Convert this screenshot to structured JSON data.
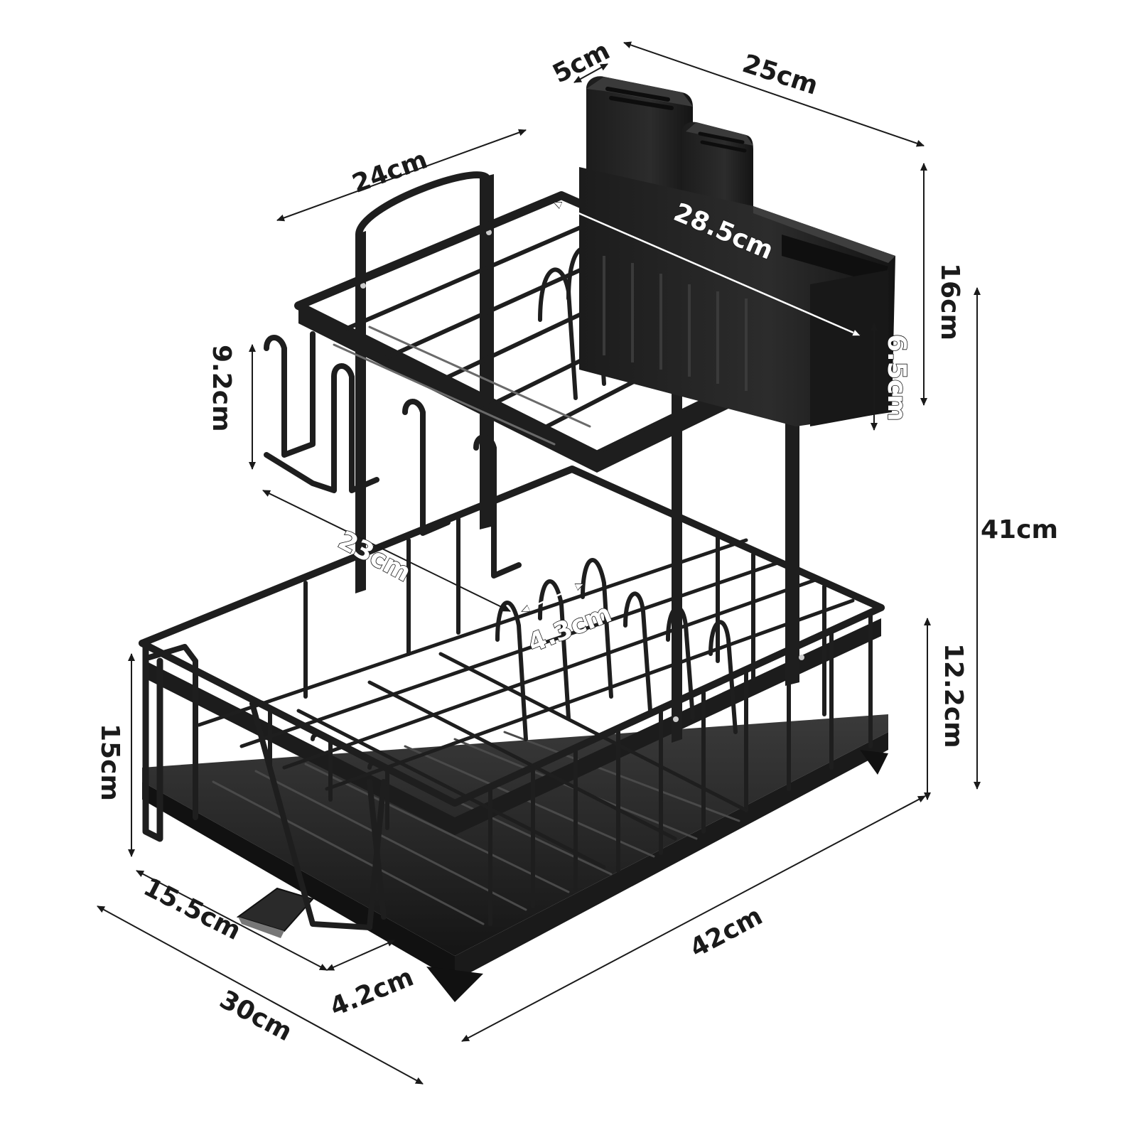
{
  "product": {
    "colors": {
      "metal": "#1e1e1e",
      "highlight": "#6a6a6a",
      "tray": "#2b2b2b",
      "annotation": "#1a1a1a"
    }
  },
  "dimensions": {
    "d_5cm": "5cm",
    "d_25cm": "25cm",
    "d_24cm": "24cm",
    "d_28_5cm": "28.5cm",
    "d_16cm": "16cm",
    "d_6_5cm": "6.5cm",
    "d_9_2cm": "9.2cm",
    "d_41cm": "41cm",
    "d_23cm": "23cm",
    "d_4_3cm": "4.3cm",
    "d_12_2cm": "12.2cm",
    "d_15cm": "15cm",
    "d_15_5cm": "15.5cm",
    "d_4_2cm": "4.2cm",
    "d_42cm": "42cm",
    "d_30cm": "30cm"
  }
}
